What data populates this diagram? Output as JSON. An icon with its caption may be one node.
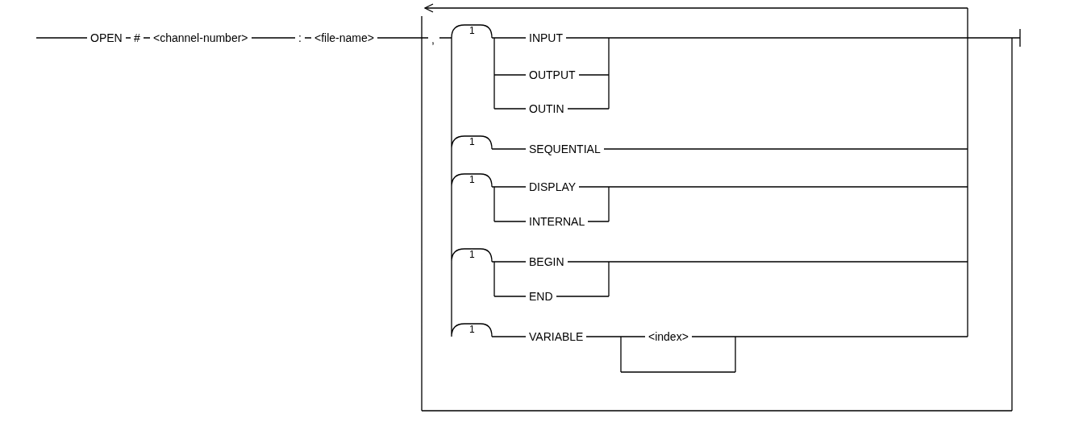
{
  "diagram": {
    "labels": [
      "OPEN",
      "#",
      "<channel-number>",
      ":",
      "<file-name>",
      ",",
      "1",
      "INPUT",
      "OUTPUT",
      "OUTIN",
      "1",
      "SEQUENTIAL",
      "1",
      "DISPLAY",
      "INTERNAL",
      "1",
      "BEGIN",
      "END",
      "1",
      "VARIABLE",
      "<index>"
    ]
  }
}
